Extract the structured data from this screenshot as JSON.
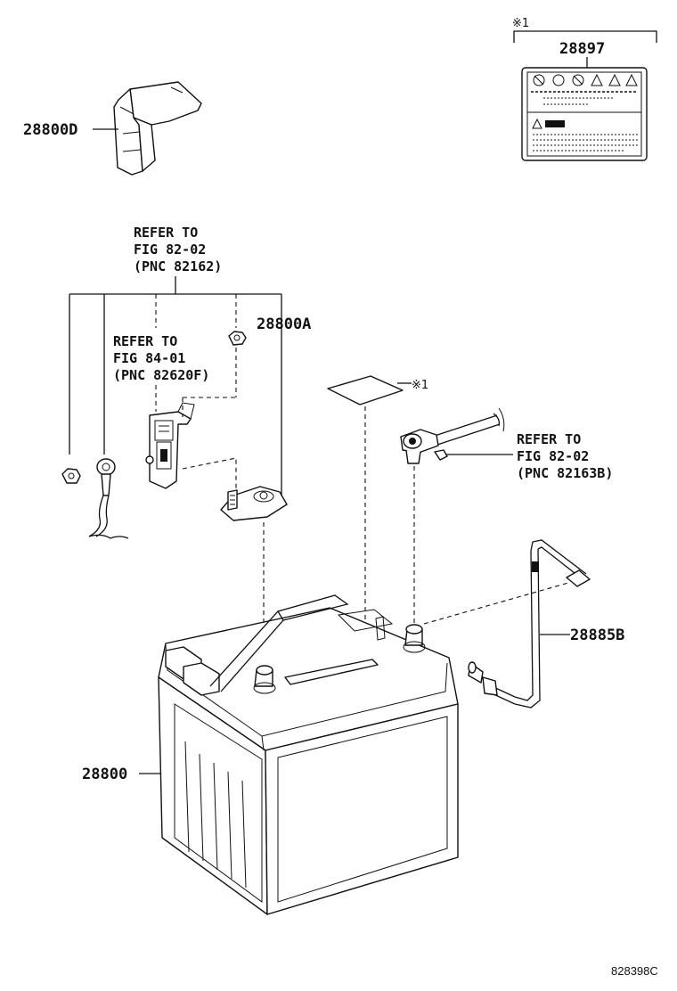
{
  "labels": {
    "cover_part": "28800D",
    "warning_label_part": "28897",
    "warning_label_note_mark": "※1",
    "label_sheet_note_mark": "※1",
    "terminal_part": "28800A",
    "vent_hose_part": "28885B",
    "battery_part": "28800",
    "figure_code": "828398C"
  },
  "references": {
    "ref_82162": [
      "REFER TO",
      "FIG 82-02",
      "(PNC 82162)"
    ],
    "ref_82620f": [
      "REFER TO",
      "FIG 84-01",
      "(PNC 82620F)"
    ],
    "ref_82163b": [
      "REFER TO",
      "FIG 82-02",
      "(PNC 82163B)"
    ]
  }
}
